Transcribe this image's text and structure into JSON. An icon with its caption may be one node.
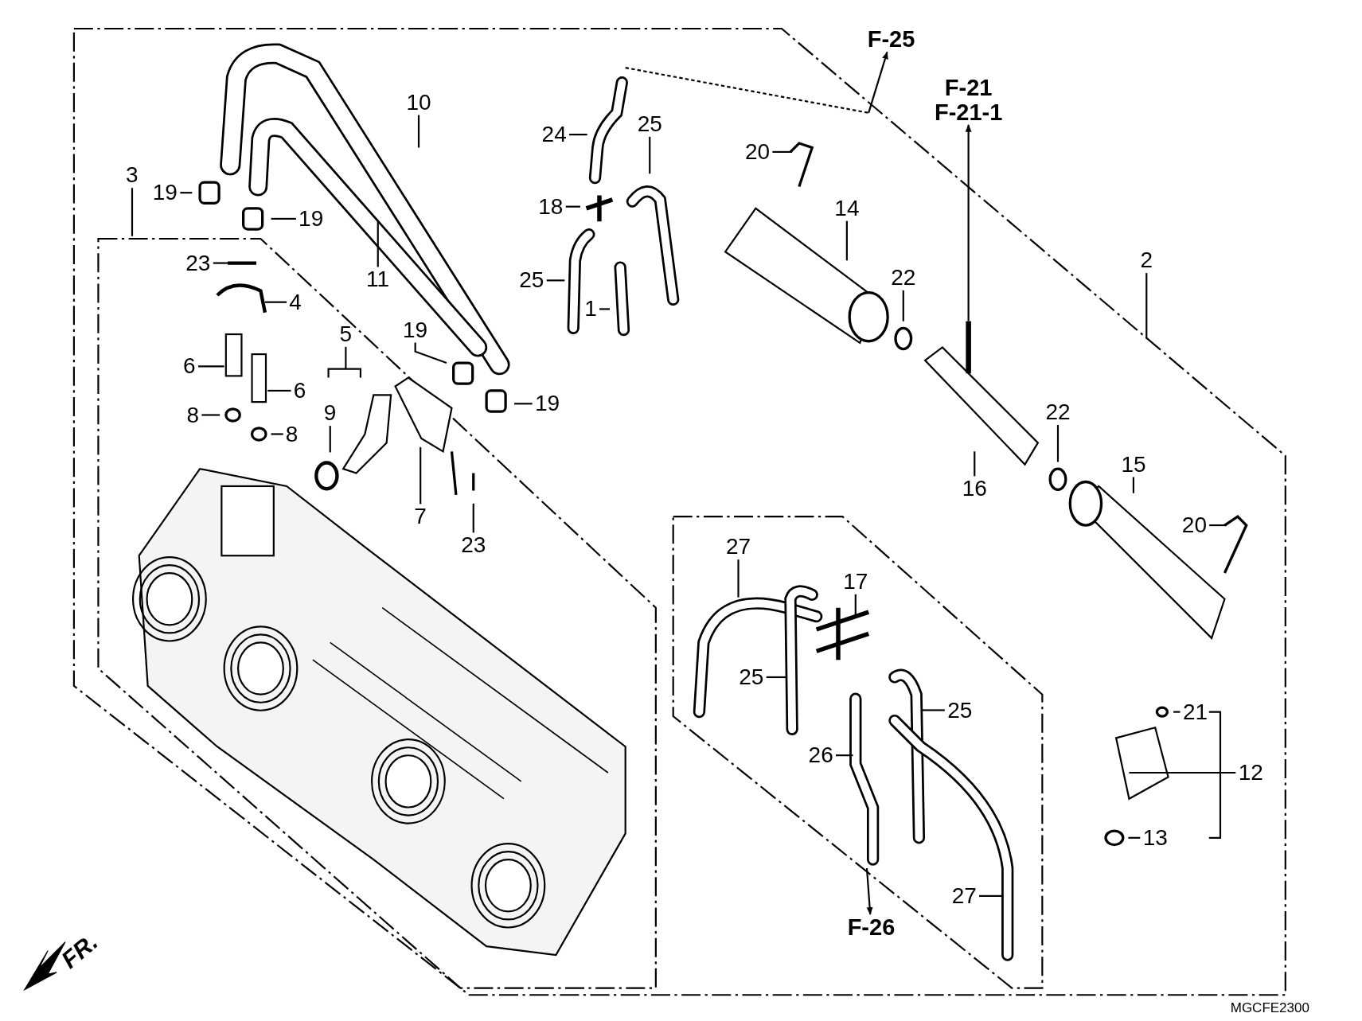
{
  "diagram": {
    "nodes": [
      {
        "text": [
          "10"
        ]
      },
      {
        "text": [
          "3"
        ]
      },
      {
        "text": [
          "19"
        ]
      },
      {
        "text": [
          "19"
        ]
      },
      {
        "text": [
          "11"
        ]
      },
      {
        "text": [
          "23"
        ]
      },
      {
        "text": [
          "4"
        ]
      },
      {
        "text": [
          "24"
        ]
      },
      {
        "text": [
          "25"
        ]
      },
      {
        "text": [
          "18"
        ]
      },
      {
        "text": [
          "25"
        ]
      },
      {
        "text": [
          "1"
        ]
      },
      {
        "text": [
          "19"
        ]
      },
      {
        "text": [
          "19"
        ]
      },
      {
        "text": [
          "5"
        ]
      },
      {
        "text": [
          "6"
        ]
      },
      {
        "text": [
          "6"
        ]
      },
      {
        "text": [
          "8"
        ]
      },
      {
        "text": [
          "8"
        ]
      },
      {
        "text": [
          "9"
        ]
      },
      {
        "text": [
          "7"
        ]
      },
      {
        "text": [
          "23"
        ]
      },
      {
        "text": [
          "20"
        ]
      },
      {
        "text": [
          "14"
        ]
      },
      {
        "text": [
          "22"
        ]
      },
      {
        "text": [
          "F-21",
          "F-21-1"
        ]
      },
      {
        "text": [
          "F-25"
        ]
      },
      {
        "text": [
          "2"
        ]
      },
      {
        "text": [
          "22"
        ]
      },
      {
        "text": [
          "16"
        ]
      },
      {
        "text": [
          "15"
        ]
      },
      {
        "text": [
          "20"
        ]
      },
      {
        "text": [
          "27"
        ]
      },
      {
        "text": [
          "17"
        ]
      },
      {
        "text": [
          "25"
        ]
      },
      {
        "text": [
          "25"
        ]
      },
      {
        "text": [
          "21"
        ]
      },
      {
        "text": [
          "12"
        ]
      },
      {
        "text": [
          "13"
        ]
      },
      {
        "text": [
          "26"
        ]
      },
      {
        "text": [
          "F-26"
        ]
      },
      {
        "text": [
          "27"
        ]
      }
    ],
    "edges": [
      {
        "from": 0,
        "to": null,
        "arrow": "none"
      },
      {
        "from": 1,
        "to": null,
        "arrow": "none"
      },
      {
        "from": 2,
        "to": null,
        "arrow": "none"
      },
      {
        "from": 3,
        "to": null,
        "arrow": "none"
      },
      {
        "from": 4,
        "to": null,
        "arrow": "none"
      },
      {
        "from": 5,
        "to": null,
        "arrow": "none"
      },
      {
        "from": 6,
        "to": null,
        "arrow": "none"
      },
      {
        "from": 7,
        "to": null,
        "arrow": "none"
      },
      {
        "from": 8,
        "to": null,
        "arrow": "none"
      },
      {
        "from": 9,
        "to": null,
        "arrow": "none"
      },
      {
        "from": 10,
        "to": null,
        "arrow": "none"
      },
      {
        "from": 11,
        "to": null,
        "arrow": "none"
      },
      {
        "from": 12,
        "to": null,
        "arrow": "none"
      },
      {
        "from": 13,
        "to": null,
        "arrow": "none"
      },
      {
        "from": 14,
        "to": null,
        "arrow": "none"
      },
      {
        "from": 15,
        "to": null,
        "arrow": "none"
      },
      {
        "from": 16,
        "to": null,
        "arrow": "none"
      },
      {
        "from": 17,
        "to": null,
        "arrow": "none"
      },
      {
        "from": 18,
        "to": null,
        "arrow": "none"
      },
      {
        "from": 19,
        "to": null,
        "arrow": "none"
      },
      {
        "from": 20,
        "to": null,
        "arrow": "none"
      },
      {
        "from": 21,
        "to": null,
        "arrow": "none"
      },
      {
        "from": 22,
        "to": null,
        "arrow": "none"
      },
      {
        "from": 23,
        "to": null,
        "arrow": "none"
      },
      {
        "from": 24,
        "to": null,
        "arrow": "none"
      },
      {
        "from": null,
        "to": 25,
        "arrow": "to"
      },
      {
        "from": null,
        "to": 26,
        "arrow": "to"
      },
      {
        "from": 27,
        "to": null,
        "arrow": "none"
      },
      {
        "from": 28,
        "to": null,
        "arrow": "none"
      },
      {
        "from": 29,
        "to": null,
        "arrow": "none"
      },
      {
        "from": 30,
        "to": null,
        "arrow": "none"
      },
      {
        "from": 31,
        "to": null,
        "arrow": "none"
      },
      {
        "from": 32,
        "to": null,
        "arrow": "none"
      },
      {
        "from": 33,
        "to": null,
        "arrow": "none"
      },
      {
        "from": 34,
        "to": null,
        "arrow": "none"
      },
      {
        "from": 35,
        "to": null,
        "arrow": "none"
      },
      {
        "from": 36,
        "to": null,
        "arrow": "none"
      },
      {
        "from": 37,
        "to": null,
        "arrow": "none"
      },
      {
        "from": 38,
        "to": null,
        "arrow": "none"
      },
      {
        "from": 39,
        "to": null,
        "arrow": "none"
      },
      {
        "from": null,
        "to": 40,
        "arrow": "to"
      },
      {
        "from": 41,
        "to": null,
        "arrow": "none"
      }
    ],
    "labels": [
      "FR.",
      "MGCFE2300"
    ]
  }
}
